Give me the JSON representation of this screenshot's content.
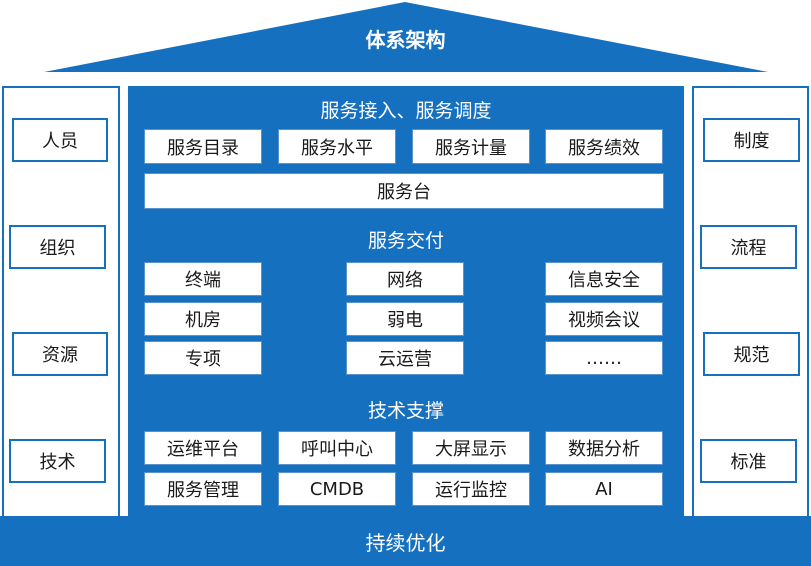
{
  "roof": {
    "title": "体系架构"
  },
  "center": {
    "section1_title": "服务接入、服务调度",
    "section1_items": [
      "服务目录",
      "服务水平",
      "服务计量",
      "服务绩效"
    ],
    "service_desk": "服务台",
    "section2_title": "服务交付",
    "delivery_columns": [
      [
        "终端",
        "机房",
        "专项"
      ],
      [
        "网络",
        "弱电",
        "云运营"
      ],
      [
        "信息安全",
        "视频会议",
        "……"
      ]
    ],
    "section3_title": "技术支撑",
    "support_items": [
      "运维平台",
      "呼叫中心",
      "大屏显示",
      "数据分析",
      "服务管理",
      "CMDB",
      "运行监控",
      "AI"
    ]
  },
  "left_pillar": [
    "人员",
    "组织",
    "资源",
    "技术"
  ],
  "right_pillar": [
    "制度",
    "流程",
    "规范",
    "标准"
  ],
  "base": {
    "label": "持续优化"
  },
  "colors": {
    "primary": "#1670c0",
    "box_border": "#5a93cc",
    "text": "#1a1a1a"
  }
}
